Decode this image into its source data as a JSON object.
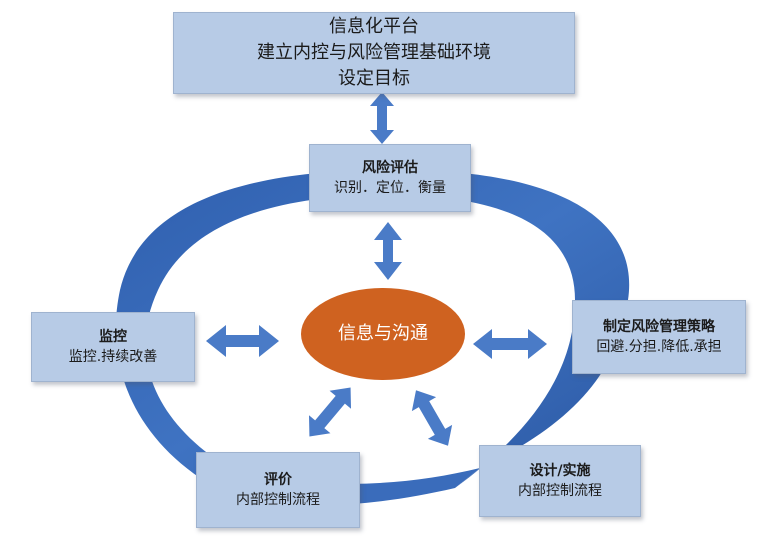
{
  "colors": {
    "box_fill": "#b7cbe6",
    "ring": "#3d6eb8",
    "ring_dark": "#2a57a0",
    "center_fill": "#cf6220",
    "arrow": "#4a7bc7"
  },
  "top_box": {
    "lines": [
      "信息化平台",
      "建立内控与风险管理基础环境",
      "设定目标"
    ]
  },
  "risk_assessment": {
    "title": "风险评估",
    "subtitle": "识别．定位．衡量"
  },
  "strategy": {
    "title": "制定风险管理策略",
    "subtitle": "回避.分担.降低.承担"
  },
  "design": {
    "title": "设计/实施",
    "subtitle": "内部控制流程"
  },
  "evaluation": {
    "title": "评价",
    "subtitle": "内部控制流程"
  },
  "monitoring": {
    "title": "监控",
    "subtitle": "监控.持续改善"
  },
  "center": {
    "label": "信息与沟通"
  }
}
